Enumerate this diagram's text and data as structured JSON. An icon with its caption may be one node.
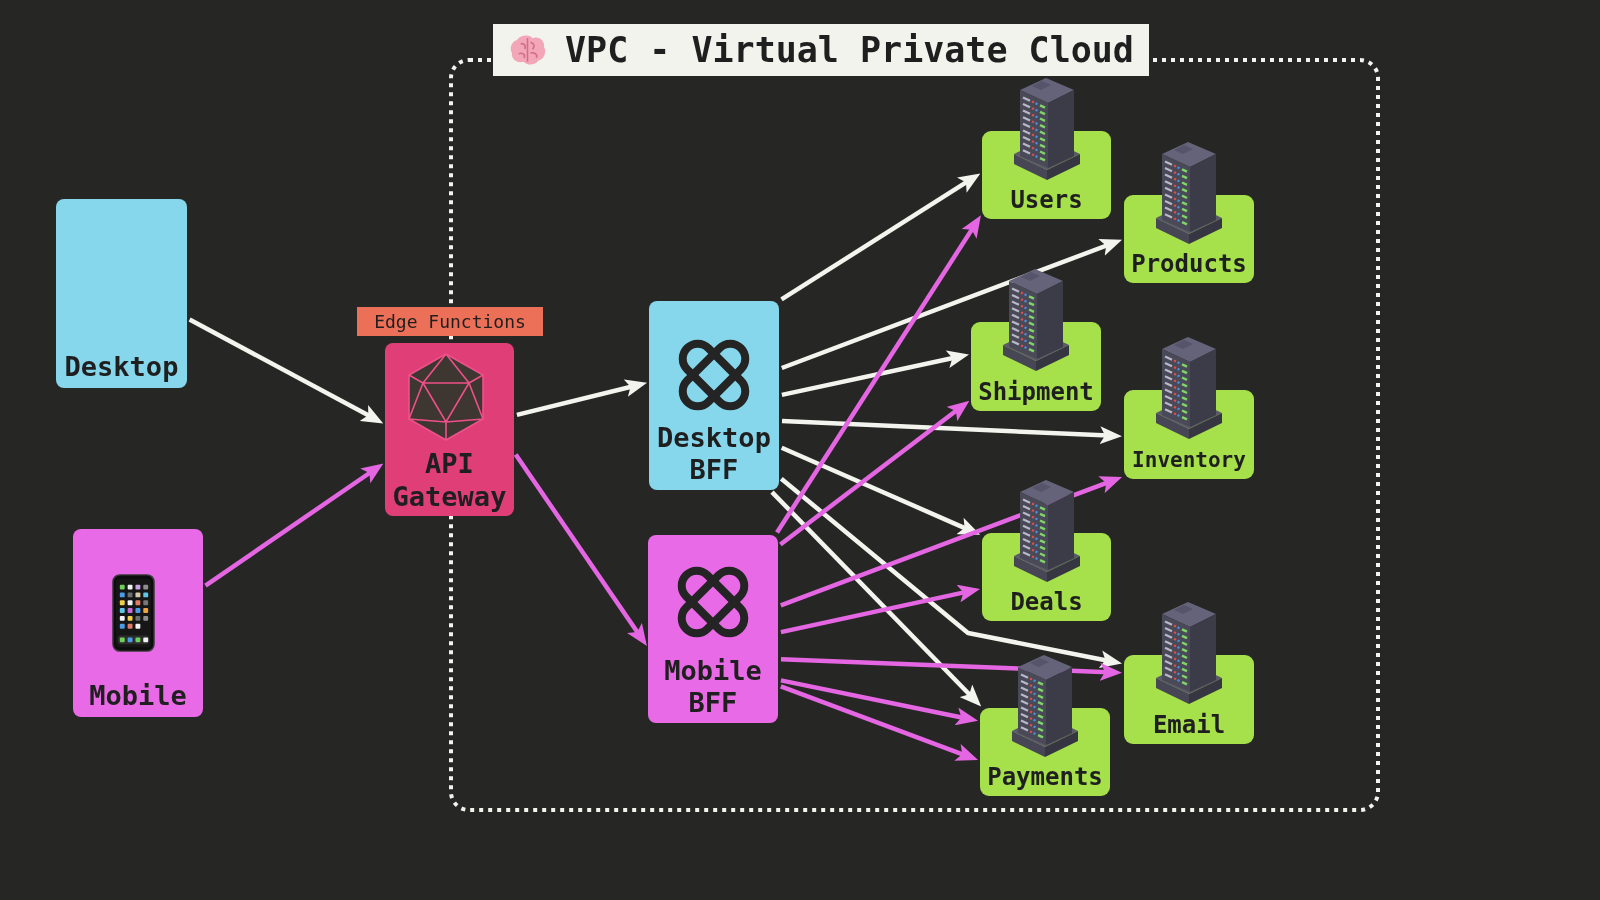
{
  "diagram": {
    "nodes": [
      {
        "text": [
          "VPC - Virtual Private Cloud"
        ]
      },
      {
        "text": [
          "Desktop"
        ]
      },
      {
        "text": [
          "Mobile"
        ]
      },
      {
        "text": [
          "Edge Functions"
        ]
      },
      {
        "text": [
          "API Gateway"
        ]
      },
      {
        "text": [
          "Desktop BFF"
        ],
        "in": 0
      },
      {
        "text": [
          "Mobile BFF"
        ],
        "in": 0
      },
      {
        "text": [
          "Users"
        ],
        "in": 0
      },
      {
        "text": [
          "Products"
        ],
        "in": 0
      },
      {
        "text": [
          "Shipment"
        ],
        "in": 0
      },
      {
        "text": [
          "Inventory"
        ],
        "in": 0
      },
      {
        "text": [
          "Deals"
        ],
        "in": 0
      },
      {
        "text": [
          "Email"
        ],
        "in": 0
      },
      {
        "text": [
          "Payments"
        ],
        "in": 0
      }
    ],
    "edges": [
      {
        "from": 1,
        "to": 4,
        "arrow": "to"
      },
      {
        "from": 2,
        "to": 4,
        "arrow": "to",
        "color": "#e466e3"
      },
      {
        "from": 4,
        "to": 5,
        "arrow": "to"
      },
      {
        "from": 4,
        "to": 6,
        "arrow": "to",
        "color": "#e466e3"
      },
      {
        "from": 5,
        "to": 7,
        "arrow": "to"
      },
      {
        "from": 5,
        "to": 8,
        "arrow": "to"
      },
      {
        "from": 5,
        "to": 9,
        "arrow": "to"
      },
      {
        "from": 5,
        "to": 10,
        "arrow": "to"
      },
      {
        "from": 5,
        "to": 11,
        "arrow": "to"
      },
      {
        "from": 5,
        "to": 12,
        "arrow": "to"
      },
      {
        "from": 5,
        "to": 13,
        "arrow": "to"
      },
      {
        "from": 6,
        "to": 7,
        "arrow": "to",
        "color": "#e466e3"
      },
      {
        "from": 6,
        "to": 9,
        "arrow": "to",
        "color": "#e466e3"
      },
      {
        "from": 6,
        "to": 10,
        "arrow": "to",
        "color": "#e466e3"
      },
      {
        "from": 6,
        "to": 11,
        "arrow": "to",
        "color": "#e466e3"
      },
      {
        "from": 6,
        "to": 12,
        "arrow": "to",
        "color": "#e466e3"
      },
      {
        "from": 6,
        "to": 13,
        "arrow": "to",
        "color": "#e466e3"
      },
      {
        "from": 6,
        "to": 13,
        "arrow": "to",
        "color": "#e466e3"
      }
    ]
  }
}
